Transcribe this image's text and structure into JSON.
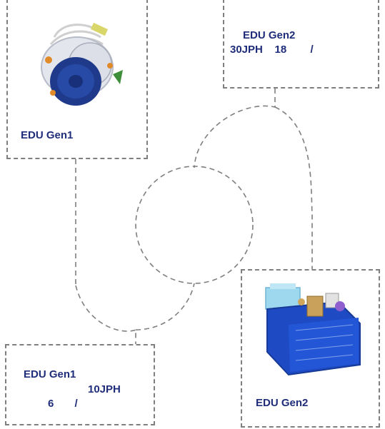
{
  "colors": {
    "text": "#1f2d7a",
    "dash": "#7f7f7f"
  },
  "box_top_left": {
    "label": "EDU Gen1",
    "image": "edu-gen1-motor-image"
  },
  "box_top_right": {
    "line1": "EDU Gen2",
    "line2": "30JPH    18        /"
  },
  "box_bottom_left": {
    "line1": "EDU Gen1",
    "line2": "10JPH",
    "line3": "6       /"
  },
  "box_bottom_right": {
    "label": "EDU Gen2",
    "image": "edu-gen2-motor-image"
  }
}
